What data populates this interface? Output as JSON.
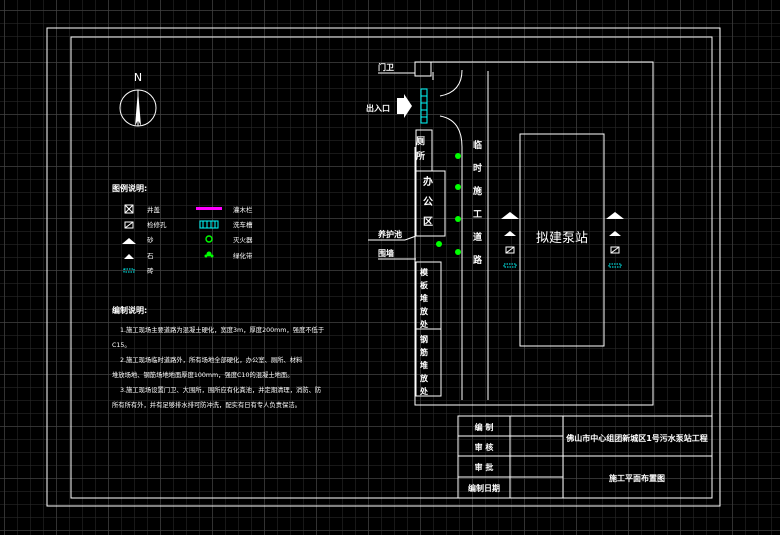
{
  "north": "N",
  "legend": {
    "title": "图例说明:",
    "items": [
      {
        "label": "井盖",
        "icon": "manhole-icon"
      },
      {
        "label": "检修孔",
        "icon": "inspection-hole-icon"
      },
      {
        "label": "砂",
        "icon": "sand-pile-icon"
      },
      {
        "label": "石",
        "icon": "stone-pile-icon"
      },
      {
        "label": "砖",
        "icon": "brick-icon"
      },
      {
        "label": "灌木栏",
        "icon": "fence-line-icon"
      },
      {
        "label": "洗车槽",
        "icon": "car-wash-icon"
      },
      {
        "label": "灭火器",
        "icon": "extinguisher-icon"
      },
      {
        "label": "绿化带",
        "icon": "greenbelt-icon"
      }
    ]
  },
  "notes": {
    "title": "编制说明:",
    "lines": [
      "1.施工现场主要道路为混凝土硬化，宽度3m，厚度200mm，强度不低于",
      "C15。",
      "2.施工现场临时道路外，所有场地全部硬化，办公室、厕所、材料",
      "堆放场地、钢筋场地地面厚度100mm，强度C10的混凝土地面。",
      "3.施工现场设置门卫、大围所，围所应有化粪池，并定期清理，消防、防",
      "所有所有外，并有足够排水排可防冲洗，配实有日有专人负责保洁。"
    ]
  },
  "site": {
    "guard": "门卫",
    "entrance": "出入口",
    "toilet": "厕所",
    "office": "办公区",
    "road": "临时施工道路",
    "materials_1": "模板堆放处",
    "materials_2": "钢筋堆放处",
    "fence_label_1": "养护池",
    "fence_label_2": "围墙",
    "pump_station": "拟建泵站"
  },
  "colors": {
    "line": "#ffffff",
    "green": "#00ff00",
    "cyan": "#00ffff",
    "magenta": "#ff00ff"
  },
  "title_block": {
    "rows": [
      "编 制",
      "审 核",
      "审 批",
      "编制日期"
    ],
    "project": "佛山市中心组团新城区1号污水泵站工程",
    "drawing": "施工平面布置图"
  }
}
